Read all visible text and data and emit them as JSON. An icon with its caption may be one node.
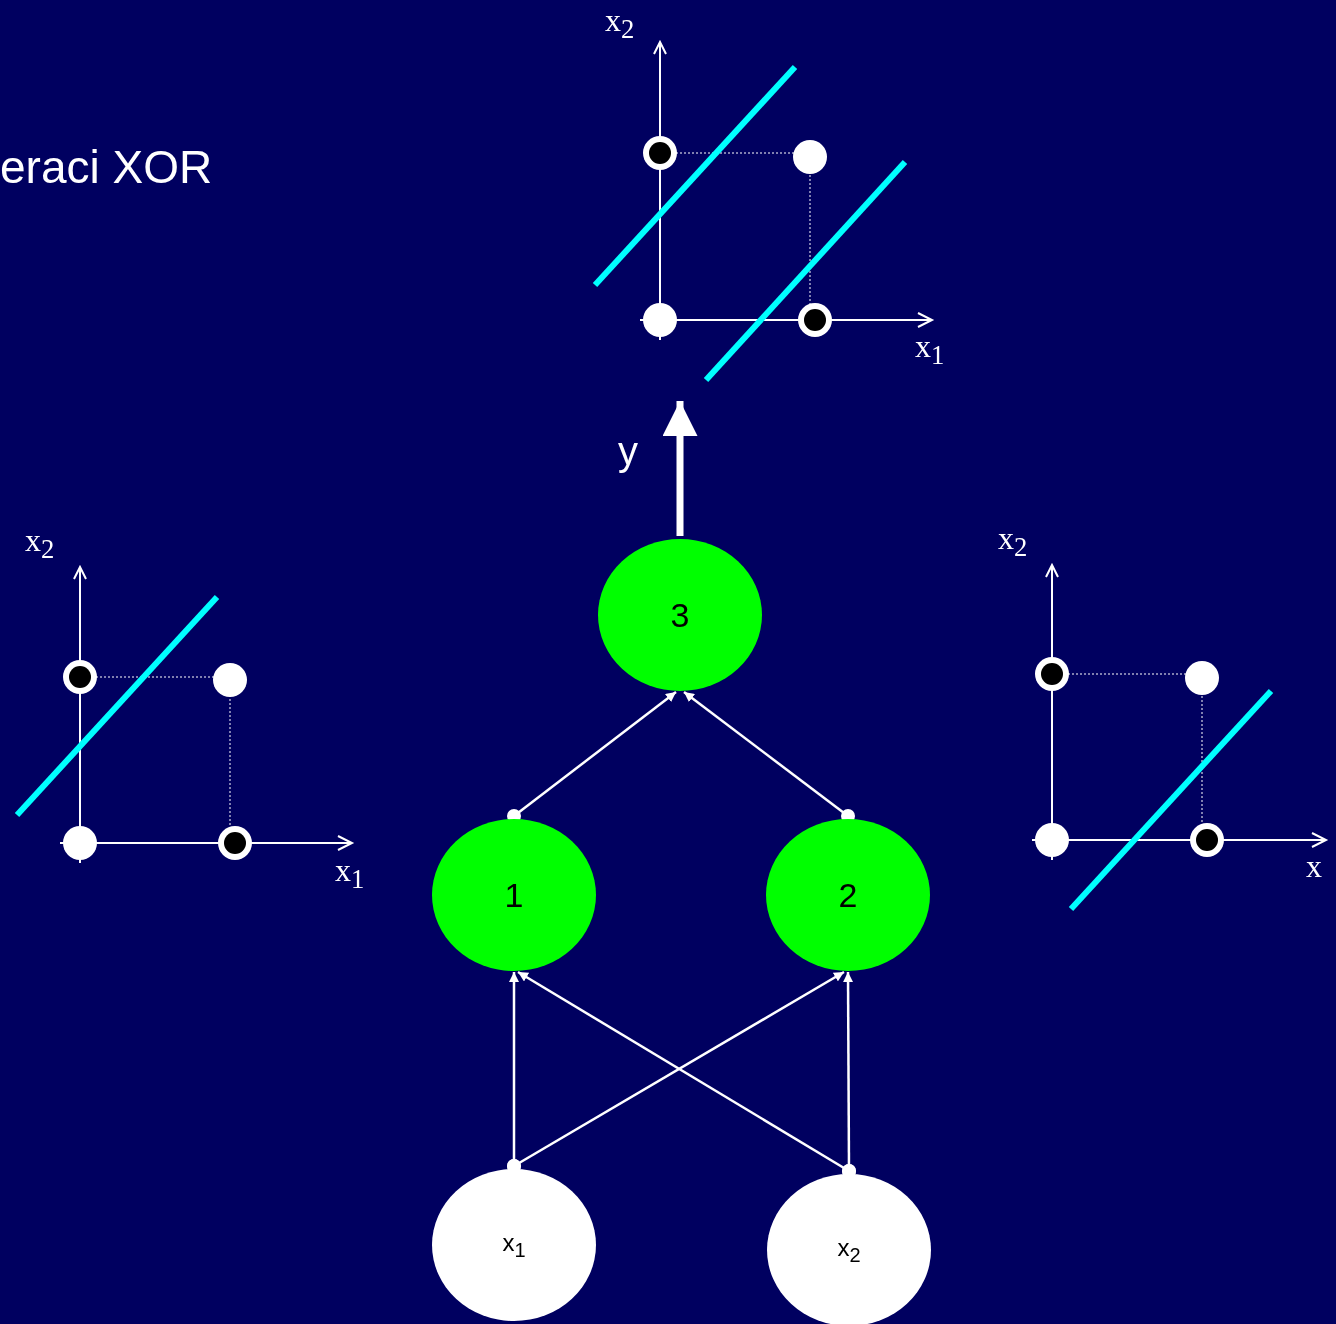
{
  "diagram": {
    "title": "eraci XOR",
    "nodes": [
      {
        "text": [],
        "shape": "picture"
      },
      {
        "text": [
          "3"
        ]
      },
      {
        "text": [
          "1"
        ]
      },
      {
        "text": [
          "2"
        ]
      },
      {
        "text": [
          "x$_{1}$"
        ]
      },
      {
        "text": [
          "x$_{2}$"
        ]
      }
    ],
    "edges": [
      {
        "from": 4,
        "to": 2,
        "arrow": "to"
      },
      {
        "from": 4,
        "to": 3,
        "arrow": "to"
      },
      {
        "from": 5,
        "to": 2,
        "arrow": "to"
      },
      {
        "from": 5,
        "to": 3,
        "arrow": "to"
      },
      {
        "from": 2,
        "to": 1,
        "arrow": "to"
      },
      {
        "from": 3,
        "to": 1,
        "arrow": "to"
      },
      {
        "from": 1,
        "to": 0,
        "arrow": "to",
        "style": "thick",
        "label": "y"
      }
    ],
    "labels": [
      "x$_{2}$",
      "x$_{1}$",
      "x$_{2}$",
      "x$_{1}$",
      "x$_{2}$",
      "x"
    ]
  }
}
